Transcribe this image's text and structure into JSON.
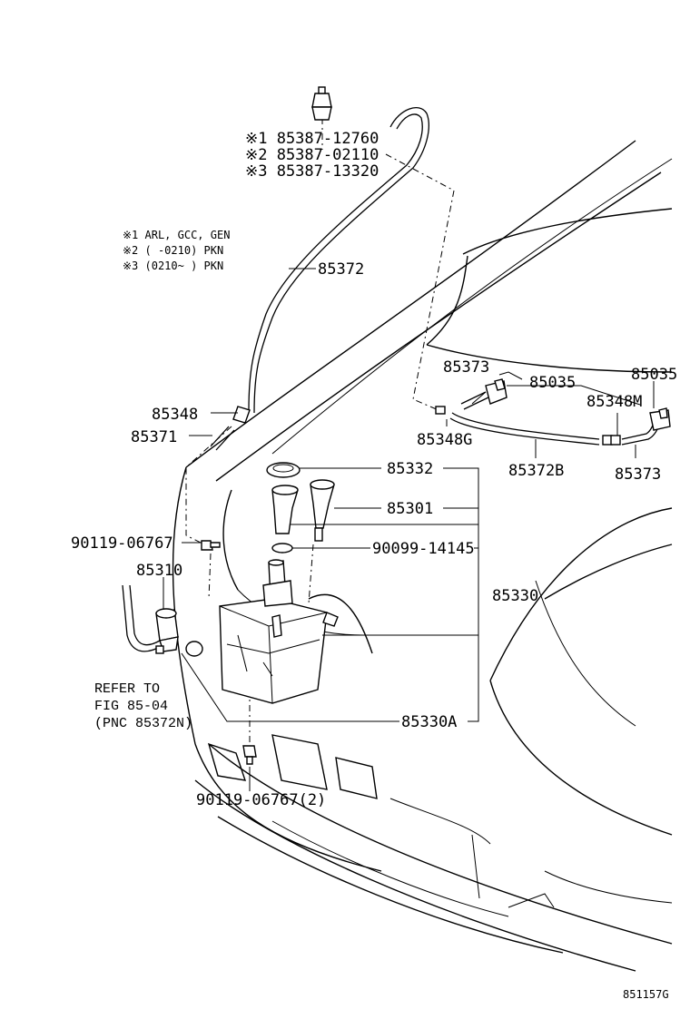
{
  "parts": {
    "hose_nozzle_top": "85372",
    "joint_left": "85348",
    "hose_short_left": "85371",
    "hose_right_upper": "85373",
    "nozzle_right_a": "85035",
    "nozzle_right_b": "85035",
    "joint_m": "85348M",
    "joint_g": "85348G",
    "hose_right_lower": "85372B",
    "hose_right_end": "85373",
    "cap": "85332",
    "inlet": "85301",
    "bolt_left": "90119-06767",
    "grommet": "90099-14145",
    "motor": "85310",
    "tank_assy": "85330",
    "tank_sub": "85330A",
    "bolt_bottom": "90119-06767(2)"
  },
  "notes": {
    "variant1_code": "※1 85387-12760",
    "variant2_code": "※2 85387-02110",
    "variant3_code": "※3 85387-13320",
    "variant1_desc": "※1 ARL, GCC, GEN",
    "variant2_desc": "※2 (     -0210) PKN",
    "variant3_desc": "※3 (0210~      ) PKN"
  },
  "reference": {
    "line1": "REFER TO",
    "line2": "FIG 85-04",
    "line3": "(PNC 85372N)"
  },
  "figure_code": "851157G"
}
